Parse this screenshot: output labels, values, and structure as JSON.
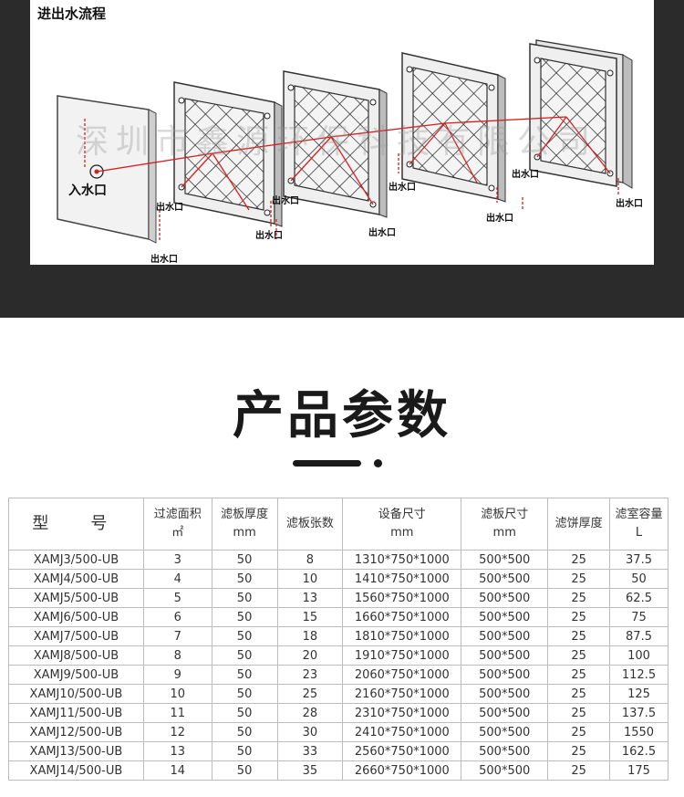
{
  "diagram": {
    "title": "进出水流程",
    "inlet_label": "入水口",
    "outlet_label": "出水口",
    "watermark": "深圳市鑫源环保科技有限公司"
  },
  "section": {
    "title": "产品参数"
  },
  "table": {
    "headers": [
      {
        "line1": "型　号",
        "line2": ""
      },
      {
        "line1": "过滤面积",
        "line2": "㎡"
      },
      {
        "line1": "滤板厚度",
        "line2": "mm"
      },
      {
        "line1": "滤板张数",
        "line2": ""
      },
      {
        "line1": "设备尺寸",
        "line2": "mm"
      },
      {
        "line1": "滤板尺寸",
        "line2": "mm"
      },
      {
        "line1": "滤饼厚度",
        "line2": ""
      },
      {
        "line1": "滤室容量",
        "line2": "L"
      }
    ],
    "rows": [
      [
        "XAMJ3/500-UB",
        "3",
        "50",
        "8",
        "1310*750*1000",
        "500*500",
        "25",
        "37.5"
      ],
      [
        "XAMJ4/500-UB",
        "4",
        "50",
        "10",
        "1410*750*1000",
        "500*500",
        "25",
        "50"
      ],
      [
        "XAMJ5/500-UB",
        "5",
        "50",
        "13",
        "1560*750*1000",
        "500*500",
        "25",
        "62.5"
      ],
      [
        "XAMJ6/500-UB",
        "6",
        "50",
        "15",
        "1660*750*1000",
        "500*500",
        "25",
        "75"
      ],
      [
        "XAMJ7/500-UB",
        "7",
        "50",
        "18",
        "1810*750*1000",
        "500*500",
        "25",
        "87.5"
      ],
      [
        "XAMJ8/500-UB",
        "8",
        "50",
        "20",
        "1910*750*1000",
        "500*500",
        "25",
        "100"
      ],
      [
        "XAMJ9/500-UB",
        "9",
        "50",
        "23",
        "2060*750*1000",
        "500*500",
        "25",
        "112.5"
      ],
      [
        "XAMJ10/500-UB",
        "10",
        "50",
        "25",
        "2160*750*1000",
        "500*500",
        "25",
        "125"
      ],
      [
        "XAMJ11/500-UB",
        "11",
        "50",
        "28",
        "2310*750*1000",
        "500*500",
        "25",
        "137.5"
      ],
      [
        "XAMJ12/500-UB",
        "12",
        "50",
        "30",
        "2410*750*1000",
        "500*500",
        "25",
        "1550"
      ],
      [
        "XAMJ13/500-UB",
        "13",
        "50",
        "33",
        "2560*750*1000",
        "500*500",
        "25",
        "162.5"
      ],
      [
        "XAMJ14/500-UB",
        "14",
        "50",
        "35",
        "2660*750*1000",
        "500*500",
        "25",
        "175"
      ]
    ]
  }
}
